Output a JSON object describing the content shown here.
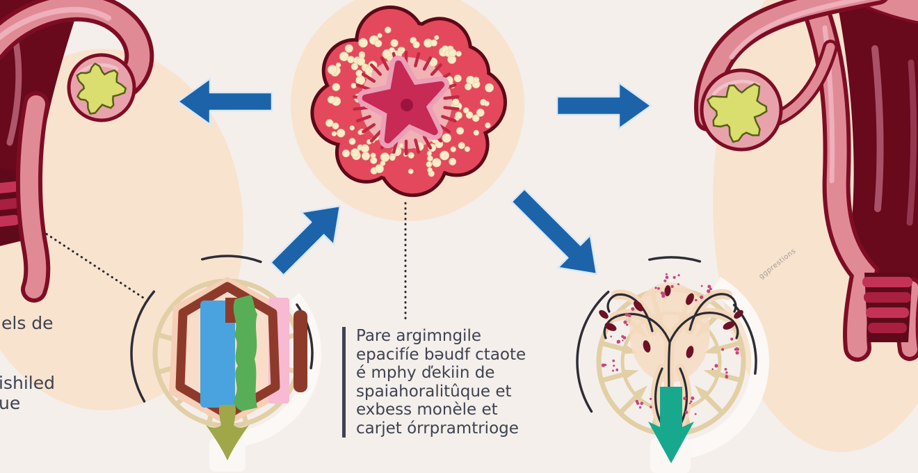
{
  "figure": {
    "background": "#f4efeb",
    "colors": {
      "arrow_blue": "#1c63aa",
      "arrow_teal": "#18a88e",
      "arrow_olive": "#9fa748",
      "uterus_pink": "#e08a96",
      "uterus_outline": "#7e0d24",
      "uterus_cavity": "#68091c",
      "follicle_red": "#e4485c",
      "granulosa_cream": "#f8ecca",
      "corpus_luteum_yellow": "#d9de6e",
      "wheel_tan": "#e2cfa5",
      "peach_blob": "#f8e3cf",
      "text": "#3f4250"
    },
    "left_labels": [
      "els de",
      "ishiled",
      "ue"
    ],
    "caption_lines": [
      "Pare argimngile",
      "epacifíe bəudf ctaote",
      "é mphy ďekiin de",
      "spaiahoralitûque et",
      "exbess monèle et",
      "carjet órrpramtrioge"
    ],
    "watermark": "ggprestions",
    "icons": {
      "arrow_left": "left-arrow",
      "arrow_right": "right-arrow",
      "arrow_up_right": "up-right-arrow",
      "arrow_down_right": "down-right-arrow",
      "arrow_down_olive": "down-arrow-olive",
      "arrow_down_teal": "down-arrow-teal"
    }
  }
}
